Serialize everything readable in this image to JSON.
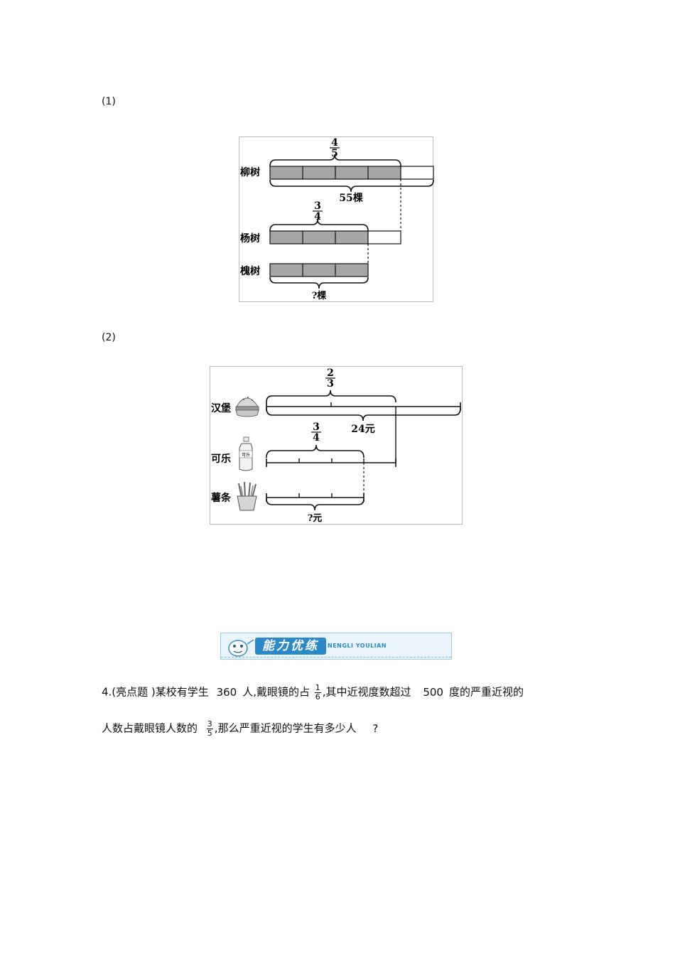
{
  "part1": {
    "label": "(1)",
    "willow": "柳树",
    "poplar": "杨树",
    "locust": "槐树",
    "frac_top": {
      "num": "4",
      "den": "5"
    },
    "frac_mid": {
      "num": "3",
      "den": "4"
    },
    "count_text": "55棵",
    "question_text": "?棵"
  },
  "part2": {
    "label": "(2)",
    "hamburger": "汉堡",
    "cola": "可乐",
    "fries": "薯条",
    "frac_top": {
      "num": "2",
      "den": "3"
    },
    "frac_mid": {
      "num": "3",
      "den": "4"
    },
    "price_text": "24元",
    "question_text": "?元",
    "bottle_text": "可乐"
  },
  "banner": {
    "title": "能力优练",
    "subtitle": "NENGLI YOULIAN"
  },
  "problem4": {
    "prefix": "4.(亮点题 )某校有学生",
    "students": "360",
    "seg1": "人,戴眼镜的占",
    "frac1": {
      "num": "1",
      "den": "6"
    },
    "seg2": ",其中近视度数超过",
    "degrees": "500",
    "seg3": "度的严重近视的",
    "line2_start": "人数占戴眼镜人数的",
    "frac2": {
      "num": "3",
      "den": "5"
    },
    "line2_end": ",那么严重近视的学生有多少人",
    "qmark": "?"
  }
}
